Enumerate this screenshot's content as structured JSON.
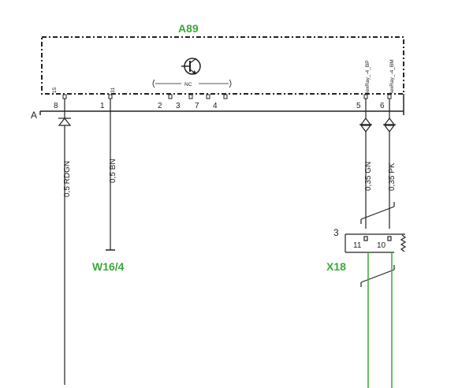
{
  "colors": {
    "label_green": "#3aaa35",
    "wire_green": "#3aaa35",
    "line": "#222222"
  },
  "module": {
    "id": "A89",
    "connector": "A",
    "transistor_symbol": "transistor-icon",
    "nc_label": "NC",
    "pin_names": {
      "p8": "15",
      "p1": "31",
      "p5": "lexRay_-4_BP",
      "p6": "lexRay_-4_BM"
    },
    "pins": {
      "p8": "8",
      "p1": "1",
      "p2": "2",
      "p3": "3",
      "p7": "7",
      "p4": "4",
      "p5": "5",
      "p6": "6"
    }
  },
  "wires": {
    "w8": "0,5 RDGN",
    "w1": "0,5 BN",
    "w5": "0,35 GN",
    "w6": "0,35 PK"
  },
  "ground": {
    "id": "W16/4"
  },
  "connector_x18": {
    "id": "X18",
    "position": "3",
    "pin_left": "11",
    "pin_right": "10"
  }
}
